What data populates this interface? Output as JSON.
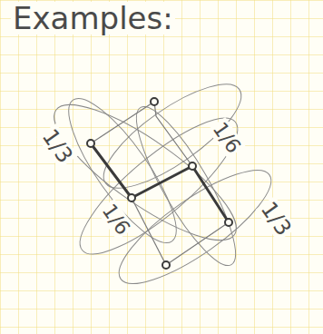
{
  "diagram": {
    "labels": [
      "Examples:",
      "1/3",
      "1/6",
      "1/6",
      "1/3"
    ]
  }
}
